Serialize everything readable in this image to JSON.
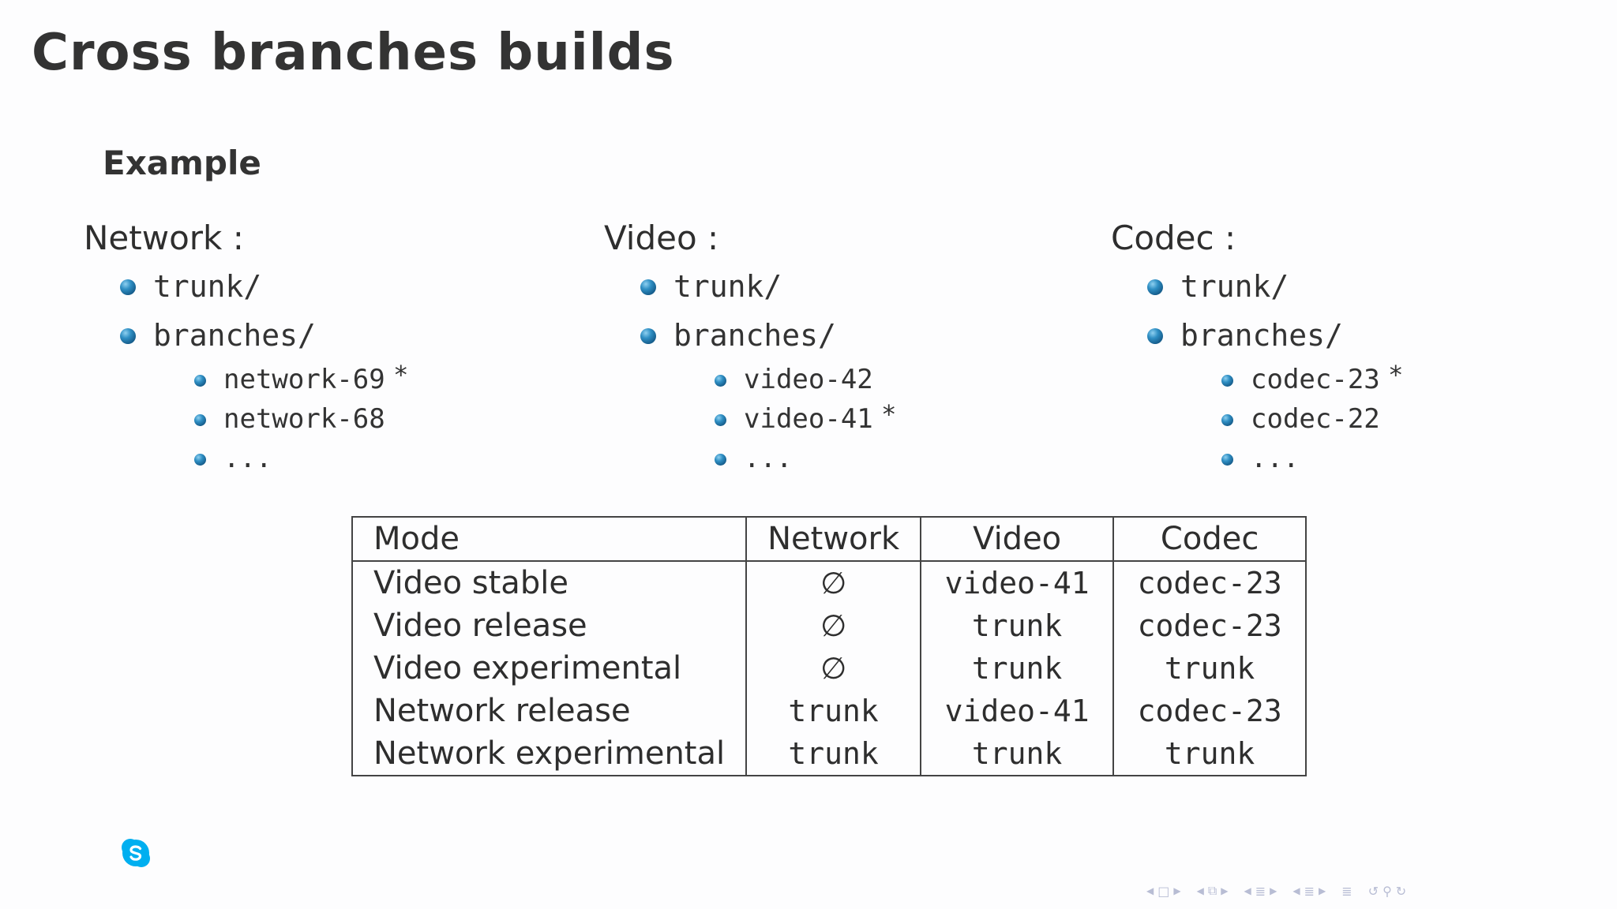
{
  "slide": {
    "title": "Cross branches builds",
    "block_title": "Example"
  },
  "columns": [
    {
      "heading": "Network :",
      "items": [
        "trunk/",
        "branches/"
      ],
      "sub_items": [
        {
          "label": "network-69",
          "marker": "*"
        },
        {
          "label": "network-68",
          "marker": ""
        },
        {
          "label": "...",
          "marker": ""
        }
      ]
    },
    {
      "heading": "Video :",
      "items": [
        "trunk/",
        "branches/"
      ],
      "sub_items": [
        {
          "label": "video-42",
          "marker": ""
        },
        {
          "label": "video-41",
          "marker": "*"
        },
        {
          "label": "...",
          "marker": ""
        }
      ]
    },
    {
      "heading": "Codec :",
      "items": [
        "trunk/",
        "branches/"
      ],
      "sub_items": [
        {
          "label": "codec-23",
          "marker": "*"
        },
        {
          "label": "codec-22",
          "marker": ""
        },
        {
          "label": "...",
          "marker": ""
        }
      ]
    }
  ],
  "table": {
    "headers": [
      "Mode",
      "Network",
      "Video",
      "Codec"
    ],
    "rows": [
      [
        "Video stable",
        "∅",
        "video-41",
        "codec-23"
      ],
      [
        "Video release",
        "∅",
        "trunk",
        "codec-23"
      ],
      [
        "Video experimental",
        "∅",
        "trunk",
        "trunk"
      ],
      [
        "Network release",
        "trunk",
        "video-41",
        "codec-23"
      ],
      [
        "Network experimental",
        "trunk",
        "trunk",
        "trunk"
      ]
    ]
  },
  "colors": {
    "bullet": "#2f8fc4",
    "text": "#2e2e2e",
    "nav": "#b8bdd4",
    "skype": "#00aff0"
  },
  "icons": {
    "footer_logo": "skype-icon",
    "navigation": [
      "nav-frame-icon",
      "nav-subsection-icon",
      "nav-section-icon",
      "nav-document-icon",
      "nav-search-icon"
    ]
  }
}
